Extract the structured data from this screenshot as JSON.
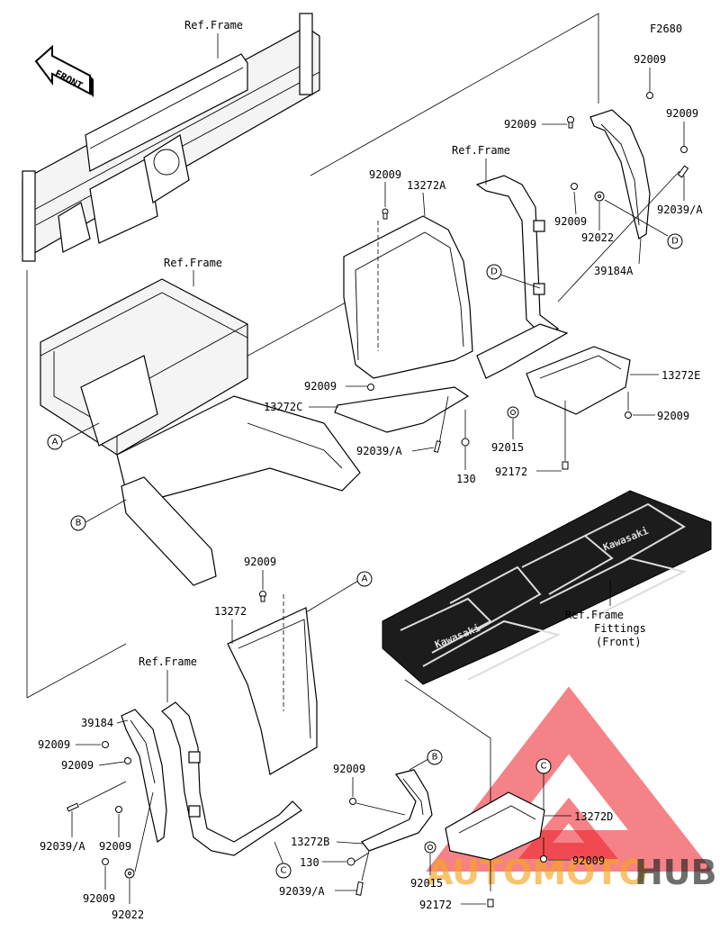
{
  "diagram_code": "F2680",
  "front_label": "FRONT",
  "mat_brand": "Kawasaki",
  "watermark": {
    "part1": "AUTOMOTO",
    "part2": "HUB",
    "color1": "#f5a623",
    "color2": "#222222",
    "triangle_color": "#ec1c24"
  },
  "labels": {
    "ref_frame": "Ref.Frame",
    "ref_frame_fittings_1": "Ref.Frame",
    "ref_frame_fittings_2": "Fittings",
    "ref_frame_fittings_3": "(Front)",
    "p92009": "92009",
    "p13272A": "13272A",
    "p13272C": "13272C",
    "p13272E": "13272E",
    "p92039A": "92039/A",
    "p92015": "92015",
    "p130": "130",
    "p92172": "92172",
    "p92022": "92022",
    "p39184A": "39184A",
    "p13272": "13272",
    "p39184": "39184",
    "p13272B": "13272B",
    "p13272D": "13272D"
  },
  "callouts": {
    "A": "A",
    "B": "B",
    "C": "C",
    "D": "D"
  }
}
